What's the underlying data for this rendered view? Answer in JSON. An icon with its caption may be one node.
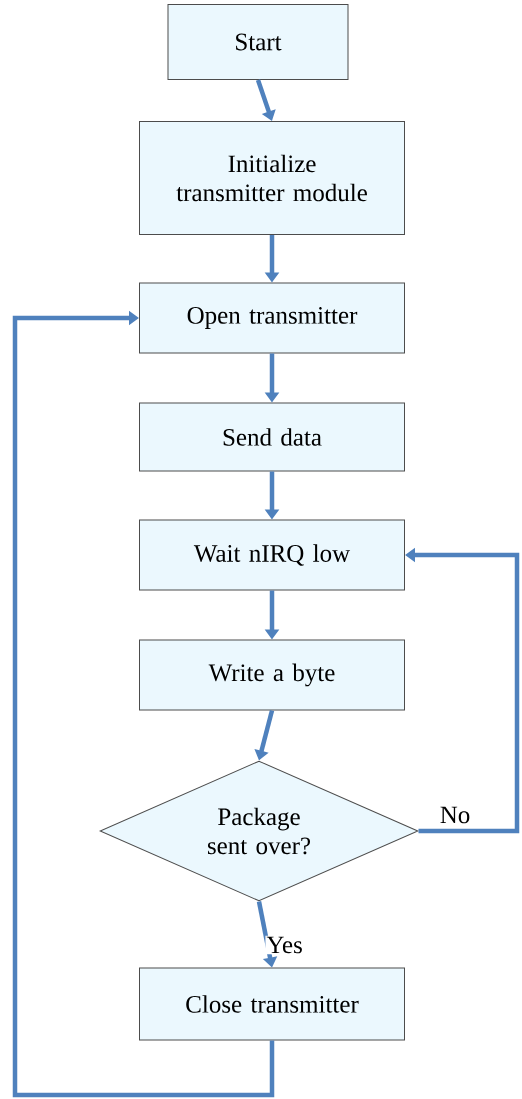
{
  "diagram": {
    "nodes": [
      {
        "text": [
          "Start"
        ]
      },
      {
        "text": [
          "Initialize transmitter module"
        ]
      },
      {
        "text": [
          "Open transmitter"
        ]
      },
      {
        "text": [
          "Send data"
        ]
      },
      {
        "text": [
          "Wait nIRQ low"
        ]
      },
      {
        "text": [
          "Write a byte"
        ]
      },
      {
        "text": [
          "Package sent over?"
        ]
      },
      {
        "text": [
          "Close transmitter"
        ]
      }
    ],
    "edges": [
      {
        "from": 0,
        "to": 1,
        "arrow": "to"
      },
      {
        "from": 1,
        "to": 2,
        "arrow": "to"
      },
      {
        "from": 2,
        "to": 3,
        "arrow": "to"
      },
      {
        "from": 3,
        "to": 4,
        "arrow": "to"
      },
      {
        "from": 4,
        "to": 5,
        "arrow": "to"
      },
      {
        "from": 5,
        "to": 6,
        "arrow": "to"
      },
      {
        "from": 6,
        "to": 7,
        "arrow": "to",
        "label": "Yes"
      },
      {
        "from": 7,
        "to": 2,
        "arrow": "to"
      },
      {
        "from": 6,
        "to": 4,
        "arrow": "to",
        "label": "No"
      }
    ]
  }
}
